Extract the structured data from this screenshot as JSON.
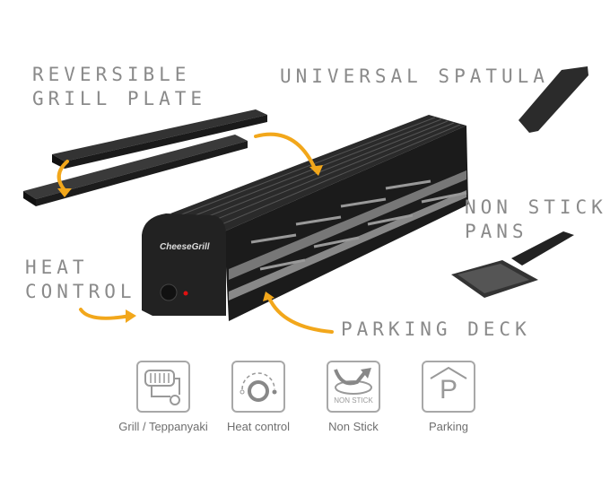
{
  "callouts": {
    "grill_plate": [
      "Reversible",
      "Grill Plate"
    ],
    "spatula": "Universal Spatula",
    "pans": [
      "Non Stick",
      "Pans"
    ],
    "heat": [
      "Heat",
      "Control"
    ],
    "parking": "Parking Deck"
  },
  "product": {
    "brand_logo": "CheeseGrill"
  },
  "features": [
    {
      "icon": "grill-teppanyaki-icon",
      "label": "Grill / Teppanyaki"
    },
    {
      "icon": "heat-dial-icon",
      "label": "Heat control"
    },
    {
      "icon": "non-stick-pan-icon",
      "label": "Non Stick",
      "icon_text": "NON STICK"
    },
    {
      "icon": "parking-icon",
      "label": "Parking",
      "icon_text": "P"
    }
  ],
  "colors": {
    "arrow": "#f2a71b",
    "callout_text": "#8a8a8a",
    "product": "#222222",
    "indicator": "#e01010"
  }
}
